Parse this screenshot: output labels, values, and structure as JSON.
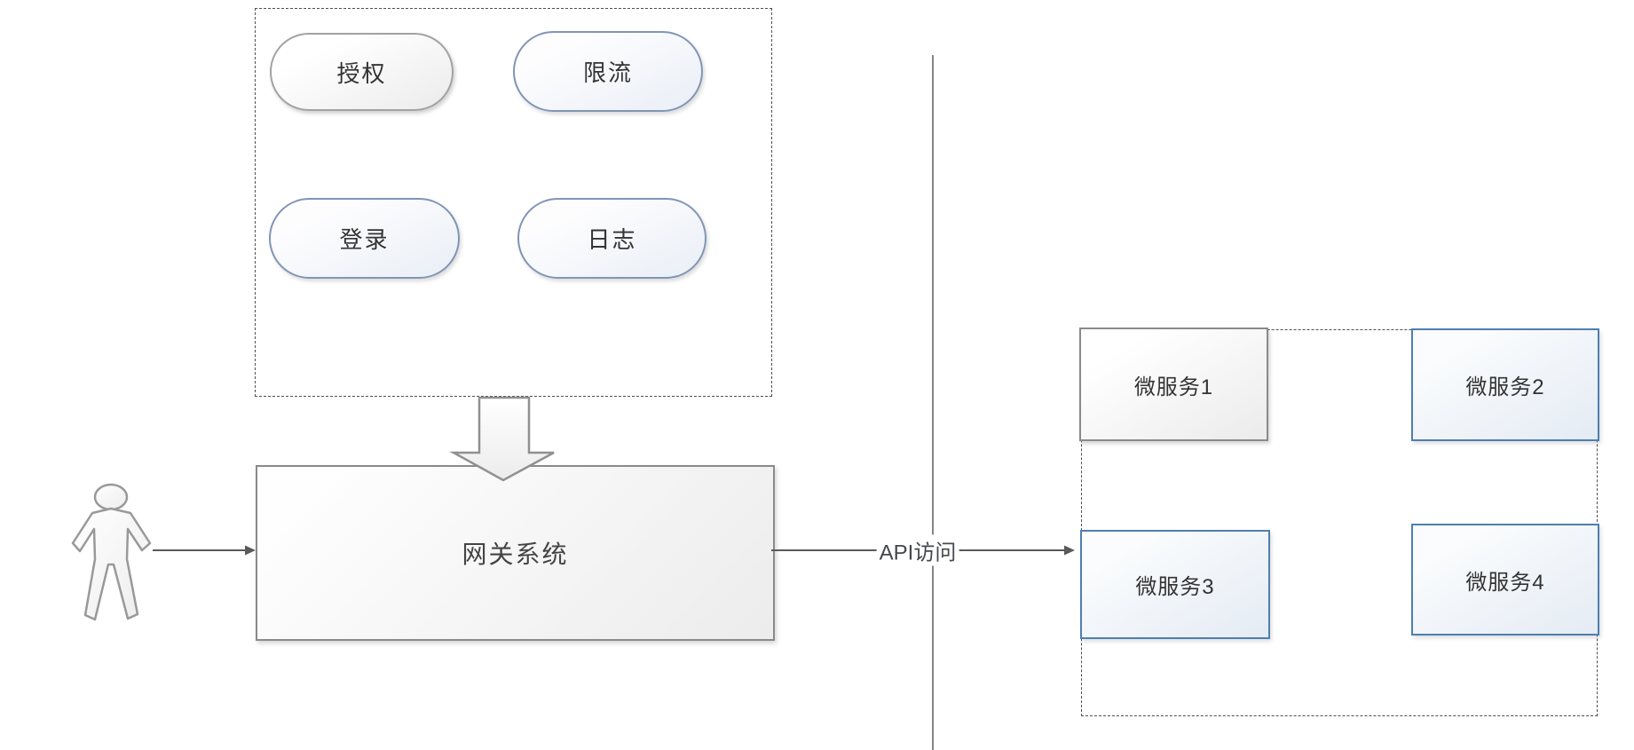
{
  "diagram_title": "gateway-microservices-architecture",
  "features_group": {
    "items": [
      {
        "label": "授权",
        "style": "gray"
      },
      {
        "label": "限流",
        "style": "blue"
      },
      {
        "label": "登录",
        "style": "blue"
      },
      {
        "label": "日志",
        "style": "blue"
      }
    ]
  },
  "gateway": {
    "label": "网关系统"
  },
  "connector": {
    "api_label": "API访问"
  },
  "services_group": {
    "items": [
      {
        "label": "微服务1",
        "style": "gray"
      },
      {
        "label": "微服务2",
        "style": "blue"
      },
      {
        "label": "微服务3",
        "style": "blue"
      },
      {
        "label": "微服务4",
        "style": "blue"
      }
    ]
  },
  "icons": {
    "actor": "actor-person-icon",
    "down_arrow": "block-down-arrow-icon"
  },
  "colors": {
    "blue_border": "#4e7fb0",
    "blue_pill_border": "#8195b5",
    "gray_border": "#8a8a8a",
    "connector_line": "#5a5a5a",
    "divider_line": "#868686",
    "dashed_border": "#4f4f4f",
    "text": "#333333",
    "background": "#ffffff"
  }
}
